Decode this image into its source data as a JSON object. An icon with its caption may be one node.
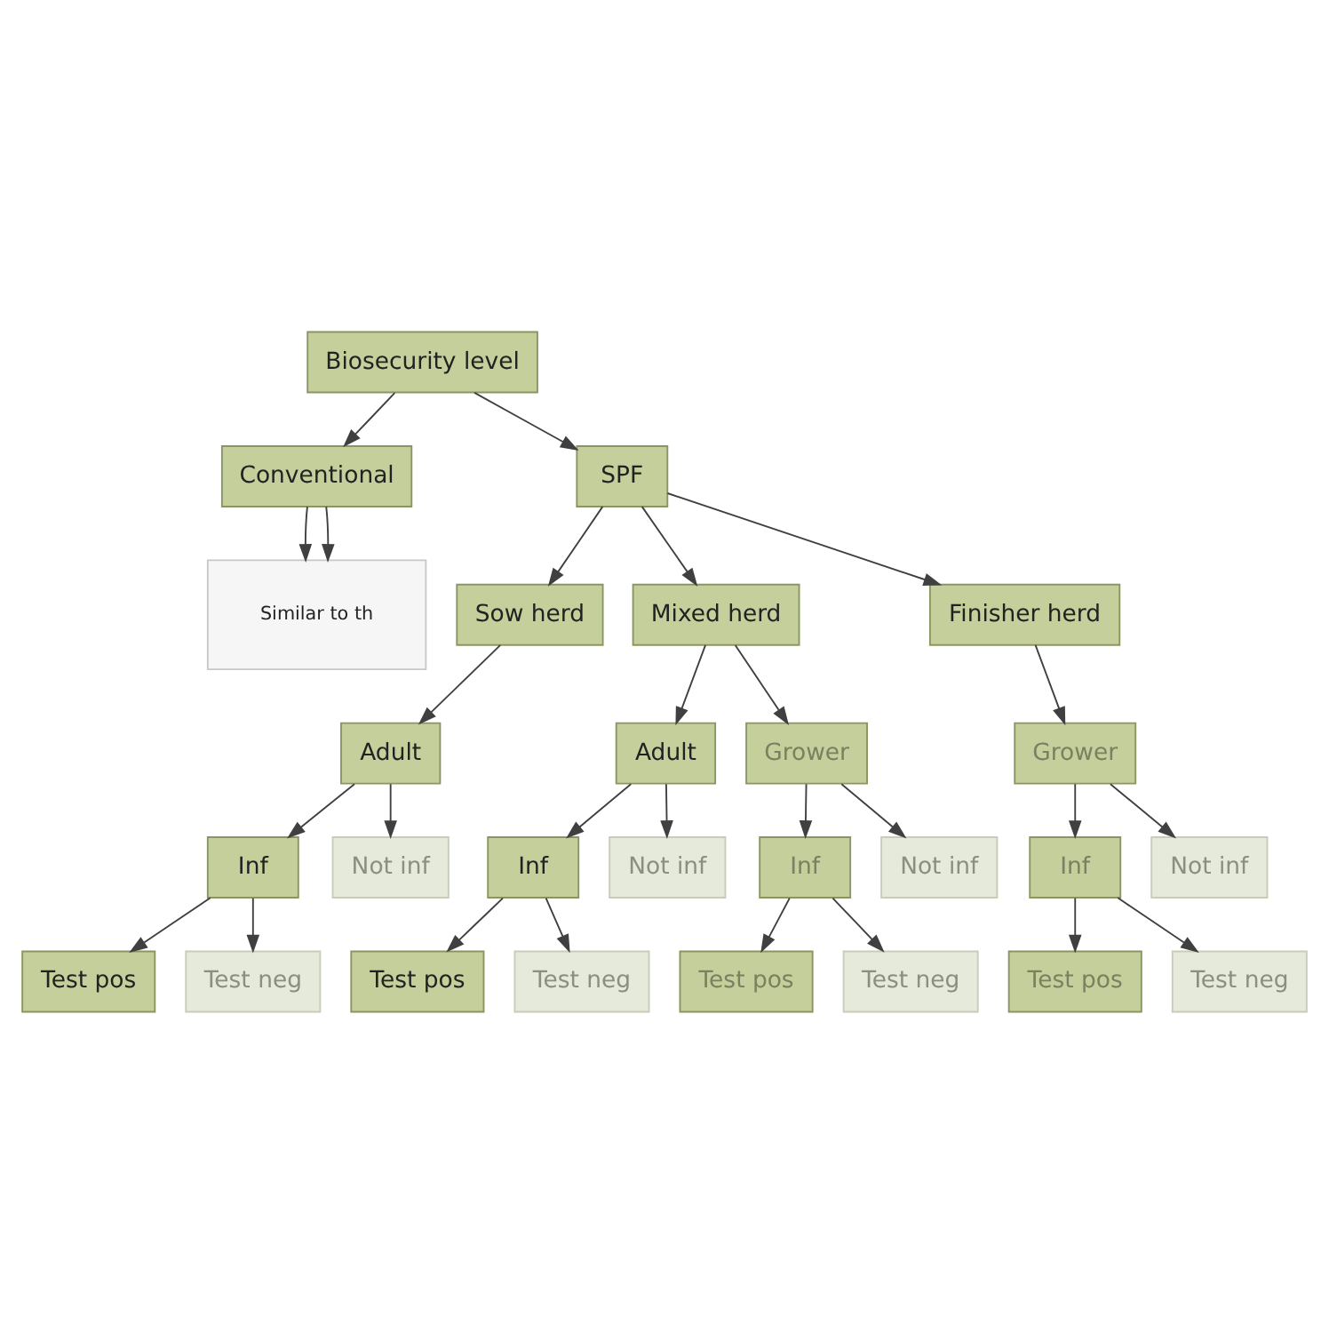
{
  "diagram": {
    "nodes": [
      {
        "text": [
          "Biosecurity level"
        ]
      },
      {
        "text": [
          "Conventional"
        ]
      },
      {
        "text": [
          "Similar to th"
        ]
      },
      {
        "text": [
          "SPF"
        ]
      },
      {
        "text": [
          "Sow herd"
        ]
      },
      {
        "text": [
          "Mixed herd"
        ]
      },
      {
        "text": [
          "Finisher herd"
        ]
      },
      {
        "text": [
          "Adult"
        ]
      },
      {
        "text": [
          "Adult"
        ]
      },
      {
        "text": [
          "Grower"
        ]
      },
      {
        "text": [
          "Grower"
        ]
      },
      {
        "text": [
          "Inf"
        ]
      },
      {
        "text": [
          "Not inf"
        ]
      },
      {
        "text": [
          "Inf"
        ]
      },
      {
        "text": [
          "Not inf"
        ]
      },
      {
        "text": [
          "Inf"
        ]
      },
      {
        "text": [
          "Not inf"
        ]
      },
      {
        "text": [
          "Inf"
        ]
      },
      {
        "text": [
          "Not inf"
        ]
      },
      {
        "text": [
          "Test pos"
        ]
      },
      {
        "text": [
          "Test neg"
        ]
      },
      {
        "text": [
          "Test pos"
        ]
      },
      {
        "text": [
          "Test neg"
        ]
      },
      {
        "text": [
          "Test pos"
        ]
      },
      {
        "text": [
          "Test neg"
        ]
      },
      {
        "text": [
          "Test pos"
        ]
      },
      {
        "text": [
          "Test neg"
        ]
      }
    ],
    "edges": [
      {
        "from": 0,
        "to": 1,
        "arrow": "to"
      },
      {
        "from": 0,
        "to": 3,
        "arrow": "to"
      },
      {
        "from": 1,
        "to": 2,
        "arrow": "to"
      },
      {
        "from": 1,
        "to": 2,
        "arrow": "to"
      },
      {
        "from": 3,
        "to": 4,
        "arrow": "to"
      },
      {
        "from": 3,
        "to": 5,
        "arrow": "to"
      },
      {
        "from": 3,
        "to": 6,
        "arrow": "to"
      },
      {
        "from": 4,
        "to": 7,
        "arrow": "to"
      },
      {
        "from": 5,
        "to": 8,
        "arrow": "to"
      },
      {
        "from": 5,
        "to": 9,
        "arrow": "to"
      },
      {
        "from": 6,
        "to": 10,
        "arrow": "to"
      },
      {
        "from": 7,
        "to": 11,
        "arrow": "to"
      },
      {
        "from": 7,
        "to": 12,
        "arrow": "to"
      },
      {
        "from": 8,
        "to": 13,
        "arrow": "to"
      },
      {
        "from": 8,
        "to": 14,
        "arrow": "to"
      },
      {
        "from": 9,
        "to": 15,
        "arrow": "to"
      },
      {
        "from": 9,
        "to": 16,
        "arrow": "to"
      },
      {
        "from": 10,
        "to": 17,
        "arrow": "to"
      },
      {
        "from": 10,
        "to": 18,
        "arrow": "to"
      },
      {
        "from": 11,
        "to": 19,
        "arrow": "to"
      },
      {
        "from": 11,
        "to": 20,
        "arrow": "to"
      },
      {
        "from": 13,
        "to": 21,
        "arrow": "to"
      },
      {
        "from": 13,
        "to": 22,
        "arrow": "to"
      },
      {
        "from": 15,
        "to": 23,
        "arrow": "to"
      },
      {
        "from": 15,
        "to": 24,
        "arrow": "to"
      },
      {
        "from": 17,
        "to": 25,
        "arrow": "to"
      },
      {
        "from": 17,
        "to": 26,
        "arrow": "to"
      }
    ]
  }
}
